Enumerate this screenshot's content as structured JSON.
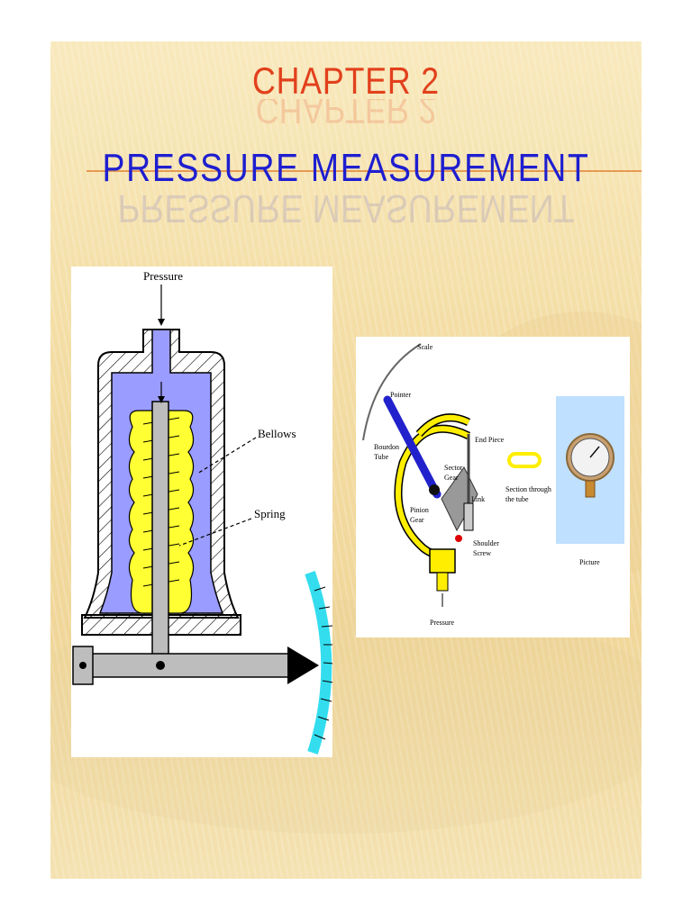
{
  "slide": {
    "title": "CHAPTER 2",
    "subtitle": "PRESSURE MEASUREMENT"
  },
  "figure_bellows": {
    "label_pressure": "Pressure",
    "label_bellows": "Bellows",
    "label_spring": "Spring"
  },
  "figure_bourdon": {
    "label_scale": "Scale",
    "label_pointer": "Pointer",
    "label_end_piece": "End Piece",
    "label_bourdon_tube_1": "Bourdon",
    "label_bourdon_tube_2": "Tube",
    "label_sector_gear_1": "Sector",
    "label_sector_gear_2": "Gear",
    "label_link": "Link",
    "label_section_1": "Section through",
    "label_section_2": "the tube",
    "label_pinion_gear_1": "Pinion",
    "label_pinion_gear_2": "Gear",
    "label_shoulder_screw_1": "Shoulder",
    "label_shoulder_screw_2": "Screw",
    "label_pressure": "Pressure",
    "label_picture": "Picture"
  },
  "colors": {
    "title": "#e2401c",
    "subtitle": "#1e1ed0",
    "bellows_fill": "#ffff33",
    "chamber_fill": "#9a9cff",
    "scale_arc": "#33ddee"
  }
}
